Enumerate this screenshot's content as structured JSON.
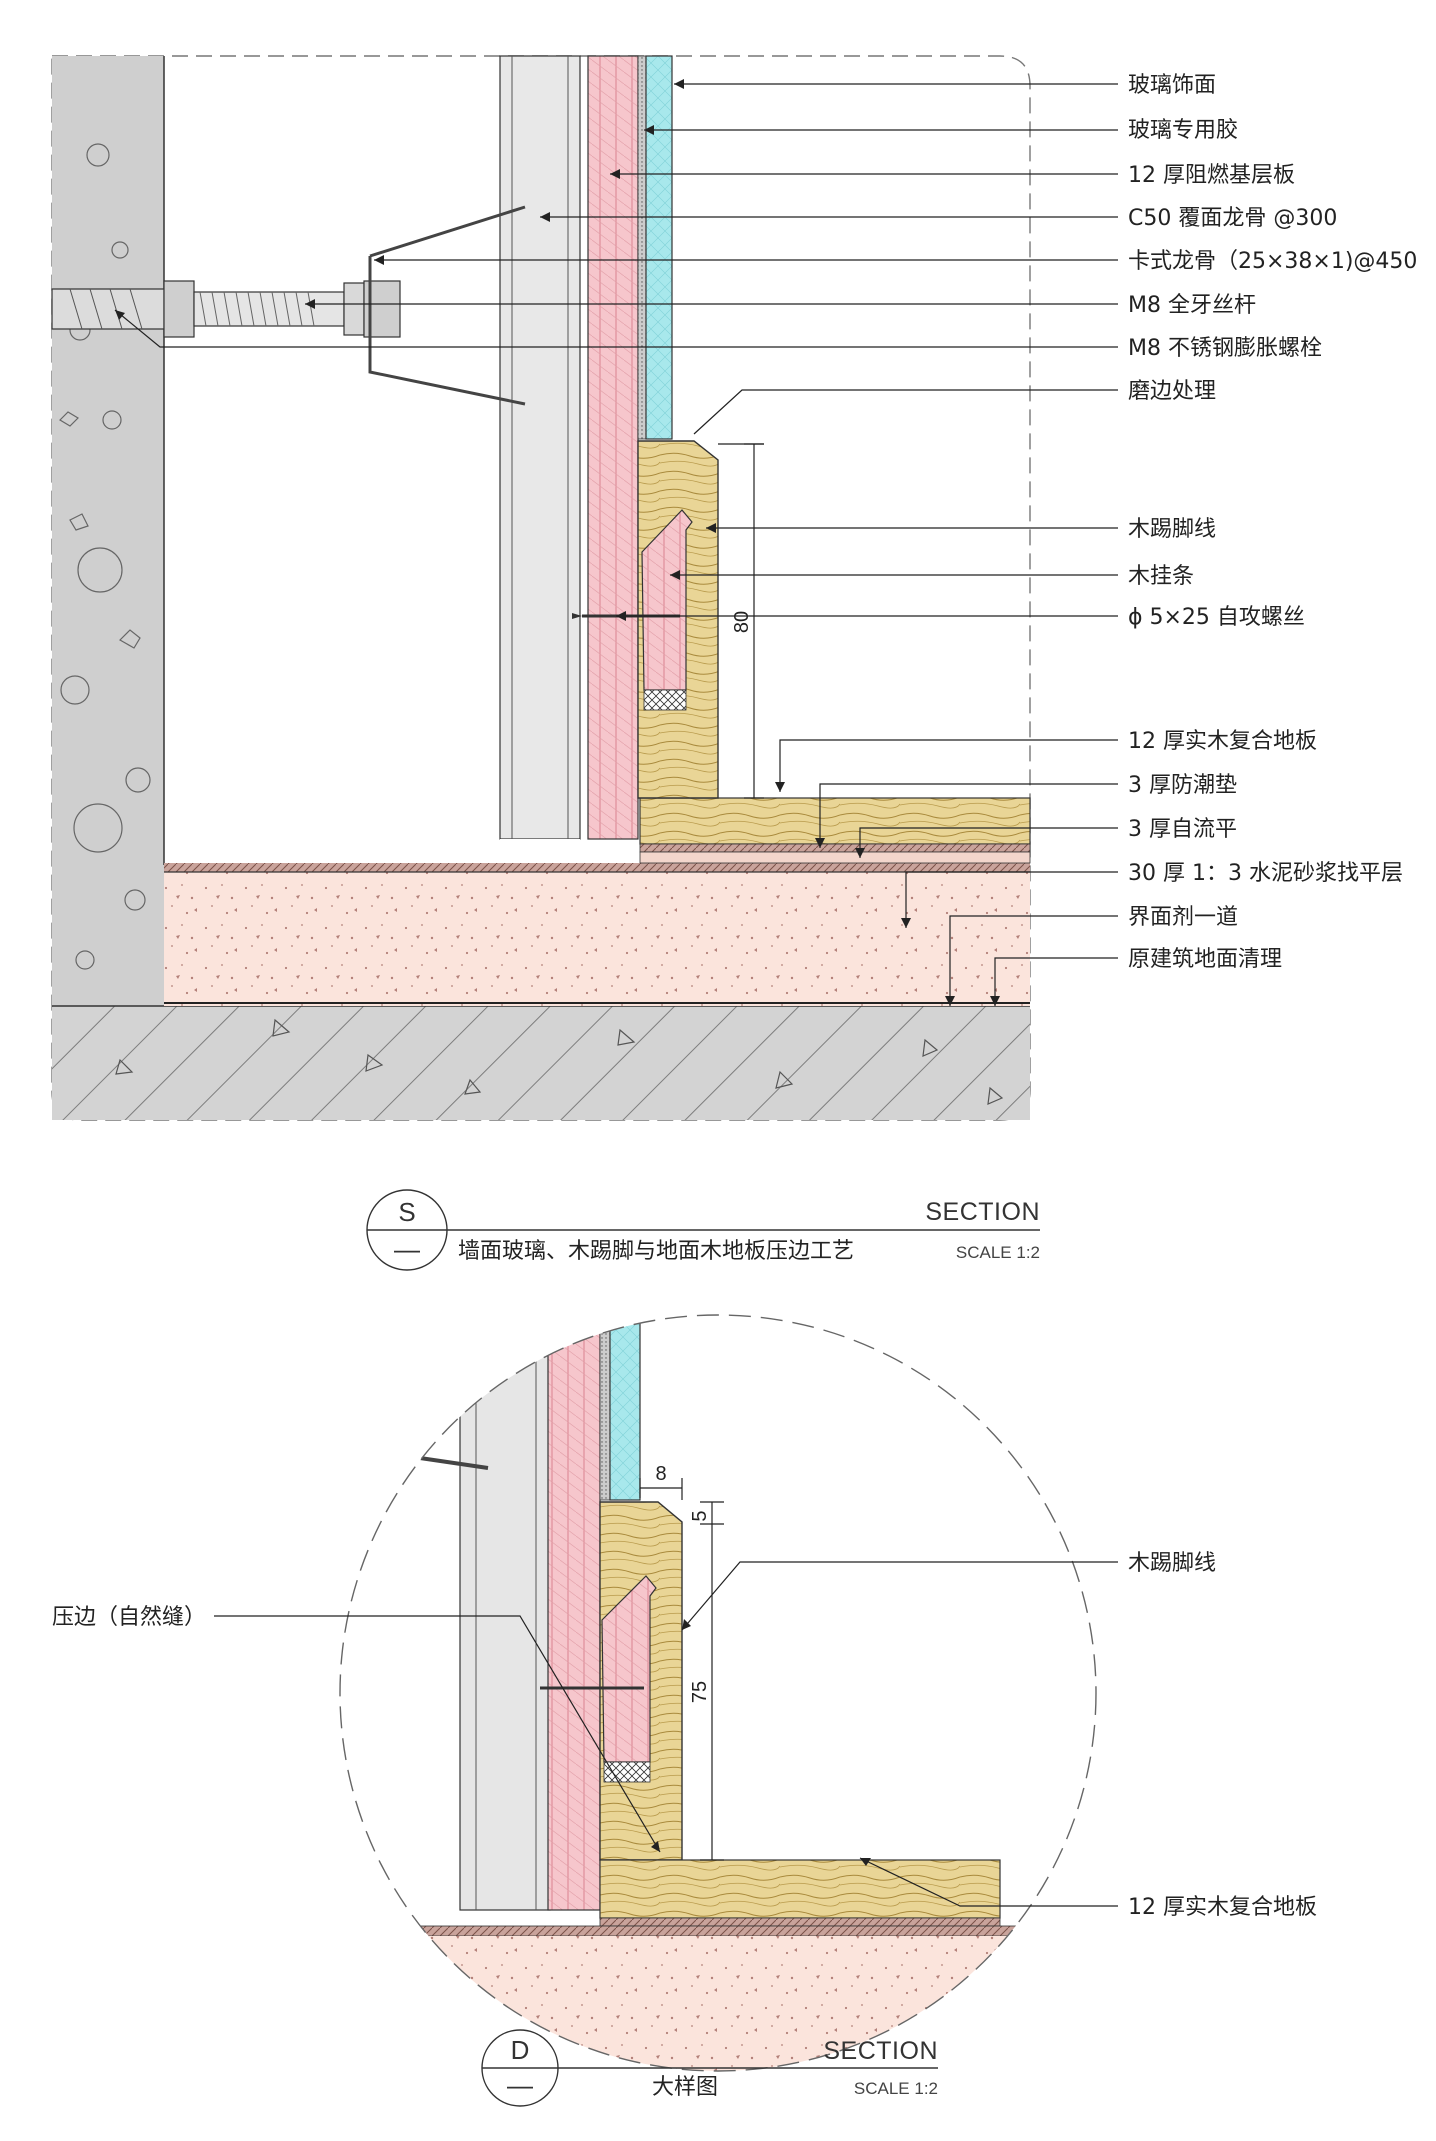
{
  "section_s": {
    "callouts": [
      "玻璃饰面",
      "玻璃专用胶",
      "12 厚阻燃基层板",
      "C50 覆面龙骨 @300",
      "卡式龙骨（25×38×1)@450",
      "M8 全牙丝杆",
      "M8 不锈钢膨胀螺栓",
      "磨边处理",
      "木踢脚线",
      "木挂条",
      "ϕ 5×25 自攻螺丝",
      "12 厚实木复合地板",
      "3 厚防潮垫",
      "3 厚自流平",
      "30 厚 1：3 水泥砂浆找平层",
      "界面剂一道",
      "原建筑地面清理"
    ],
    "dimension": "80",
    "symbol": "S",
    "symbol_sub": "—",
    "section_word": "SECTION",
    "scale": "SCALE 1:2",
    "title": "墙面玻璃、木踢脚与地面木地板压边工艺"
  },
  "detail_d": {
    "callout_right_1": "木踢脚线",
    "callout_right_2": "12 厚实木复合地板",
    "callout_left": "压边（自然缝）",
    "dim_8": "8",
    "dim_5": "5",
    "dim_75": "75",
    "symbol": "D",
    "symbol_sub": "—",
    "section_word": "SECTION",
    "scale": "SCALE 1:2",
    "title": "大样图"
  },
  "colors": {
    "glass": "#a8e8ec",
    "board": "#f6c6cc",
    "wood": "#e9d596",
    "screed": "#fbe4dc",
    "concrete": "#d3d3d3",
    "stud": "#e6e6e6"
  }
}
